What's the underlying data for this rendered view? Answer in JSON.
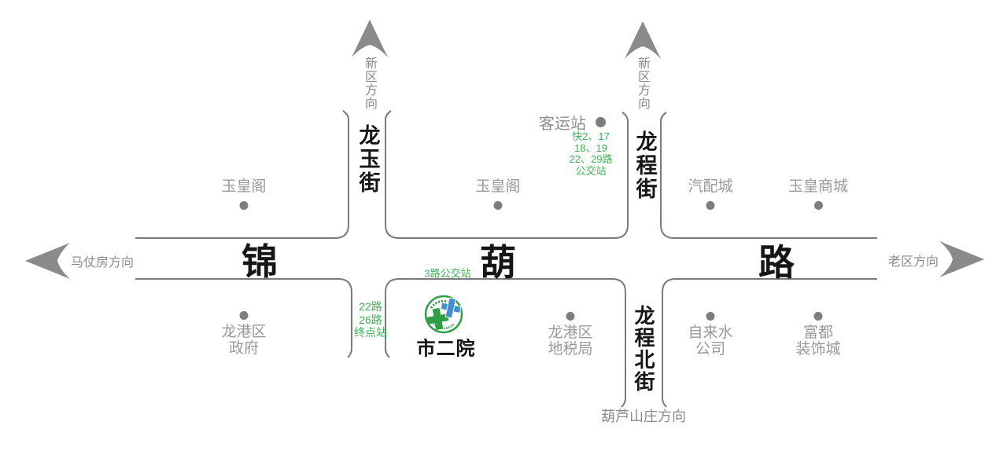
{
  "map": {
    "directions": {
      "top_left": "新区方向",
      "top_right": "新区方向",
      "west": "马仗房方向",
      "east": "老区方向",
      "south": "葫芦山庄方向"
    },
    "main_road": {
      "chars": [
        "锦",
        "葫",
        "路"
      ]
    },
    "streets": {
      "longyu": "龙玉街",
      "longcheng": "龙程街",
      "longcheng_north": "龙程北街"
    },
    "bus": {
      "keyun_station_lines": [
        "快2、17",
        "18、19",
        "22、29路",
        "公交站"
      ],
      "route3_stop": "3路公交站",
      "terminal_lines": [
        "22路",
        "26路",
        "终点站"
      ]
    },
    "landmarks": {
      "yuhuangge_west": "玉皇阁",
      "yuhuangge_mid": "玉皇阁",
      "qipeicheng": "汽配城",
      "yuhuang_mall": "玉皇商城",
      "keyunzhan": "客运站",
      "gov": [
        "龙港区",
        "政府"
      ],
      "tax": [
        "龙港区",
        "地税局"
      ],
      "water": [
        "自来水",
        "公司"
      ],
      "fudu": [
        "富都",
        "装饰城"
      ]
    },
    "hospital": {
      "name": "市二院"
    },
    "colors": {
      "bus_green": "#3cb053",
      "landmark_gray": "#999999",
      "direction_gray": "#8a8a8a",
      "road_line_gray": "#7a7a7a",
      "dot_gray": "#7d7d7d",
      "text_black": "#161616",
      "logo_green": "#2f9e44",
      "logo_blue": "#4090d0"
    }
  }
}
